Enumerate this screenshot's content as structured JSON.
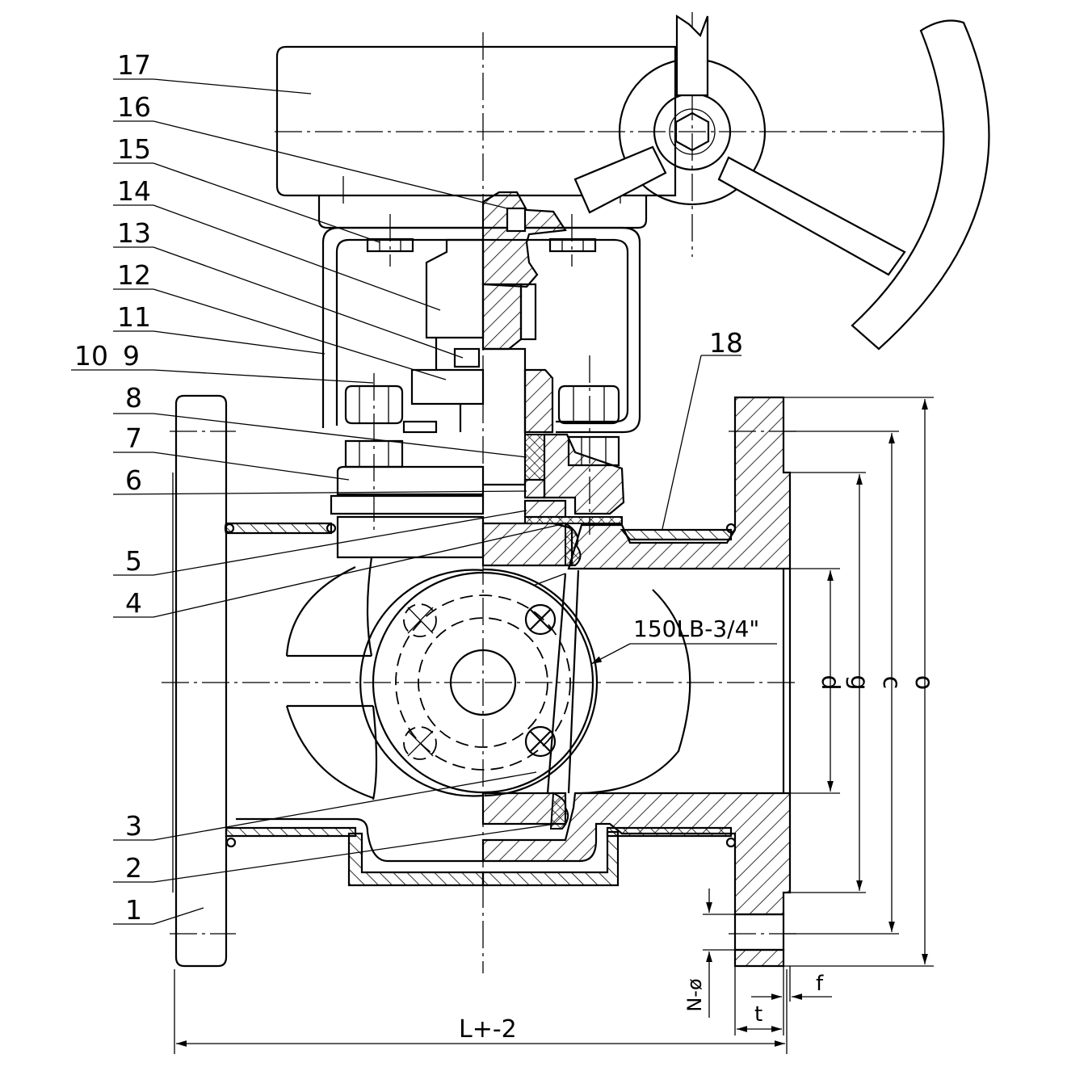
{
  "callouts": [
    "17",
    "16",
    "15",
    "14",
    "13",
    "12",
    "11",
    "10",
    "9",
    "8",
    "7",
    "6",
    "5",
    "4",
    "3",
    "2",
    "1",
    "18"
  ],
  "note": "150LB-3/4\"",
  "dims": {
    "L": "L+-2",
    "d": "d",
    "g": "g",
    "c": "c",
    "o": "o",
    "N": "N-ø",
    "f": "f",
    "t": "t"
  },
  "colors": {
    "ink": "#000000",
    "paper": "#ffffff"
  }
}
